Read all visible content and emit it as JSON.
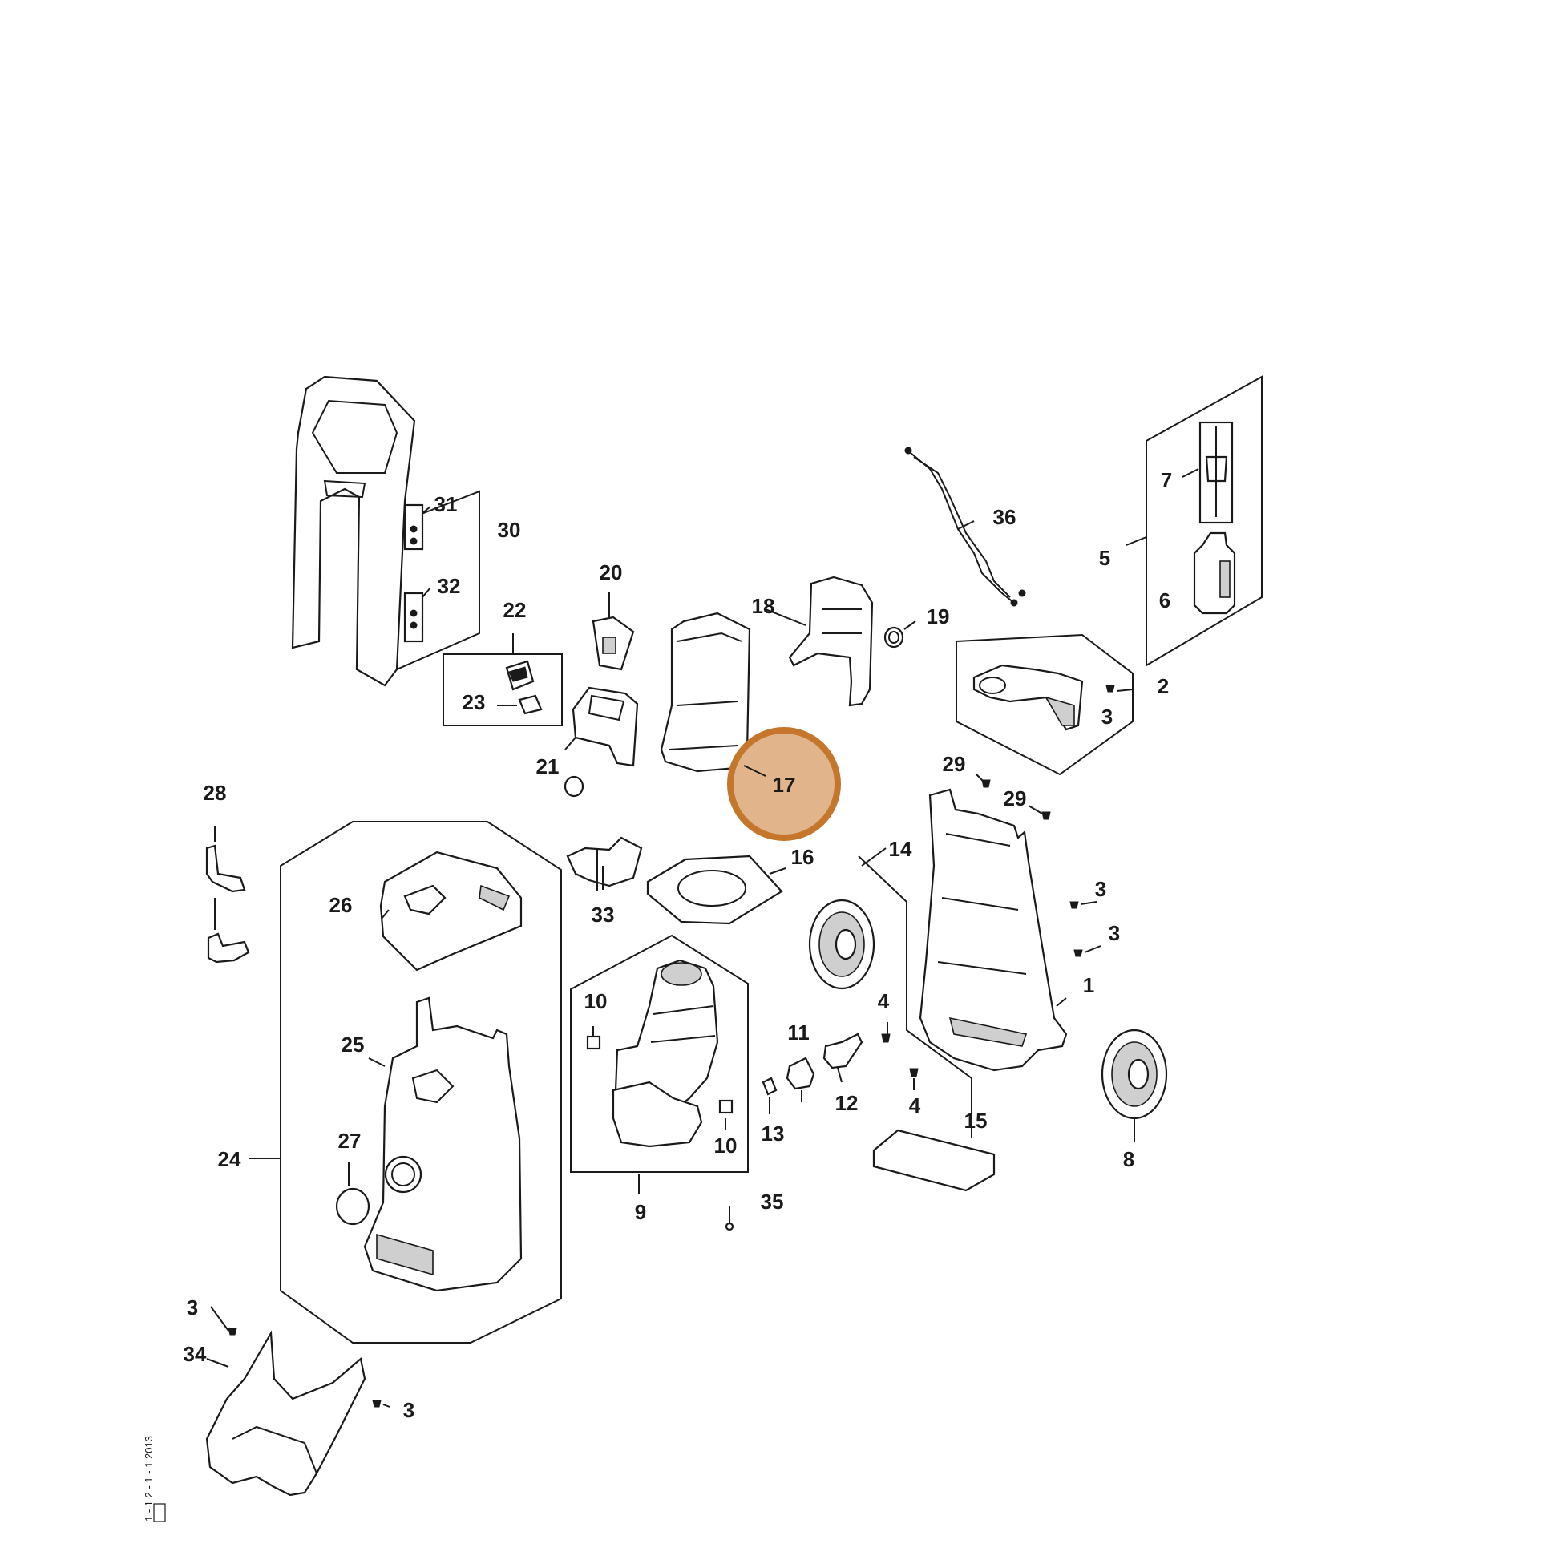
{
  "diagram": {
    "highlight_label": "17",
    "highlight_color": "#c5762b",
    "highlight_fill": "#e2b48c",
    "side_code": "1 - 1 2 - 1 - 1 2013",
    "labels": {
      "l1": "1",
      "l2": "2",
      "l3a": "3",
      "l3b": "3",
      "l3c": "3",
      "l3d": "3",
      "l3e": "3",
      "l4a": "4",
      "l4b": "4",
      "l5": "5",
      "l6": "6",
      "l7": "7",
      "l8": "8",
      "l9": "9",
      "l10a": "10",
      "l10b": "10",
      "l11": "11",
      "l12": "12",
      "l13": "13",
      "l14": "14",
      "l15": "15",
      "l16": "16",
      "l18": "18",
      "l19": "19",
      "l20": "20",
      "l21": "21",
      "l22": "22",
      "l23": "23",
      "l24": "24",
      "l25": "25",
      "l26": "26",
      "l27": "27",
      "l28": "28",
      "l29a": "29",
      "l29b": "29",
      "l30": "30",
      "l31": "31",
      "l32": "32",
      "l33": "33",
      "l34": "34",
      "l35": "35",
      "l36": "36"
    }
  }
}
